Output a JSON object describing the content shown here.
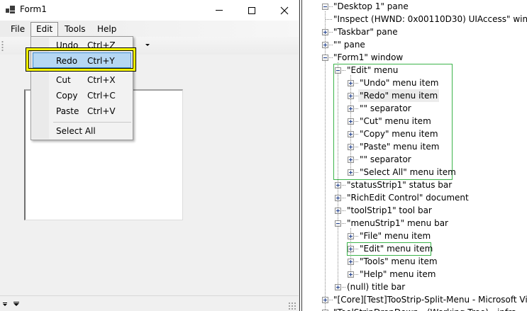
{
  "form_window": {
    "title": "Form1",
    "menubar": [
      "File",
      "Edit",
      "Tools",
      "Help"
    ],
    "edit_menu": {
      "items": [
        {
          "label": "Undo",
          "shortcut": "Ctrl+Z"
        },
        {
          "label": "Redo",
          "shortcut": "Ctrl+Y",
          "highlighted": true
        },
        {
          "separator": true
        },
        {
          "label": "Cut",
          "shortcut": "Ctrl+X"
        },
        {
          "label": "Copy",
          "shortcut": "Ctrl+C"
        },
        {
          "label": "Paste",
          "shortcut": "Ctrl+V"
        },
        {
          "separator": true
        },
        {
          "label": "Select All",
          "shortcut": ""
        }
      ]
    },
    "highlight_color": "#ffff00",
    "selection_color": "#b5d7f3"
  },
  "tree": {
    "nodes": [
      {
        "text": "\"Desktop 1\" pane",
        "level": 0,
        "state": "expanded"
      },
      {
        "text": "\"Inspect  (HWND: 0x00110D30) UIAccess\" window",
        "level": 1,
        "state": "leaf"
      },
      {
        "text": "\"Taskbar\" pane",
        "level": 1,
        "state": "collapsed"
      },
      {
        "text": "\"\" pane",
        "level": 1,
        "state": "collapsed"
      },
      {
        "text": "\"Form1\" window",
        "level": 1,
        "state": "expanded"
      },
      {
        "text": "\"Edit\" menu",
        "level": 2,
        "state": "expanded"
      },
      {
        "text": "\"Undo\" menu item",
        "level": 3,
        "state": "collapsed"
      },
      {
        "text": "\"Redo\" menu item",
        "level": 3,
        "state": "collapsed",
        "selected": true
      },
      {
        "text": "\"\" separator",
        "level": 3,
        "state": "collapsed"
      },
      {
        "text": "\"Cut\" menu item",
        "level": 3,
        "state": "collapsed"
      },
      {
        "text": "\"Copy\" menu item",
        "level": 3,
        "state": "collapsed"
      },
      {
        "text": "\"Paste\" menu item",
        "level": 3,
        "state": "collapsed"
      },
      {
        "text": "\"\" separator",
        "level": 3,
        "state": "collapsed"
      },
      {
        "text": "\"Select All\" menu item",
        "level": 3,
        "state": "collapsed"
      },
      {
        "text": "\"statusStrip1\" status bar",
        "level": 2,
        "state": "collapsed"
      },
      {
        "text": "\"RichEdit Control\" document",
        "level": 2,
        "state": "collapsed"
      },
      {
        "text": "\"toolStrip1\" tool bar",
        "level": 2,
        "state": "collapsed"
      },
      {
        "text": "\"menuStrip1\" menu bar",
        "level": 2,
        "state": "expanded"
      },
      {
        "text": "\"File\" menu item",
        "level": 3,
        "state": "collapsed"
      },
      {
        "text": "\"Edit\" menu item",
        "level": 3,
        "state": "collapsed"
      },
      {
        "text": "\"Tools\" menu item",
        "level": 3,
        "state": "collapsed"
      },
      {
        "text": "\"Help\" menu item",
        "level": 3,
        "state": "collapsed"
      },
      {
        "text": "(null) title bar",
        "level": 2,
        "state": "collapsed"
      },
      {
        "text": "\"[Core][Test]TooStrip-Split-Menu - Microsoft Visual",
        "level": 1,
        "state": "collapsed"
      },
      {
        "text": "\"ToolStripDropDown - (Working Tree) - infra",
        "level": 1,
        "state": "collapsed"
      }
    ],
    "green_boxes": [
      "edit-menu-subtree",
      "edit-menu-item"
    ]
  }
}
